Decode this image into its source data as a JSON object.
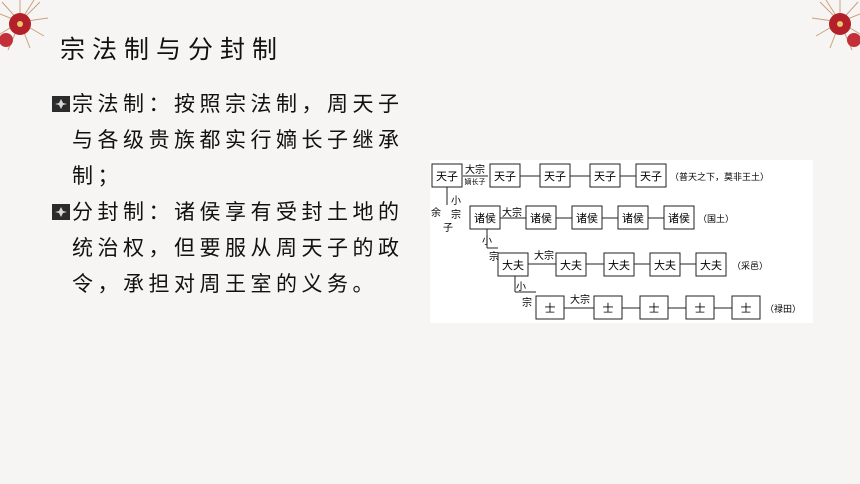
{
  "slide": {
    "title": "宗法制与分封制",
    "bullets": [
      {
        "text": "宗法制：按照宗法制，周天子与各级贵族都实行嫡长子继承制；"
      },
      {
        "text": "分封制：诸侯享有受封土地的统治权，但要服从周天子的政令，承担对周王室的义务。"
      }
    ]
  },
  "diagram": {
    "rows": [
      {
        "first": "天子",
        "tag": "大宗",
        "tag2": "嫡长子",
        "nodes": [
          "天子",
          "天子",
          "天子",
          "天子"
        ],
        "note": "（普天之下，莫非王土）"
      },
      {
        "first": "诸侯",
        "tag": "大宗",
        "tag2": "",
        "nodes": [
          "诸侯",
          "诸侯",
          "诸侯",
          "诸侯"
        ],
        "note": "（国土）"
      },
      {
        "first": "大夫",
        "tag": "大宗",
        "tag2": "",
        "nodes": [
          "大夫",
          "大夫",
          "大夫",
          "大夫"
        ],
        "note": "（采邑）"
      },
      {
        "first": "士",
        "tag": "大宗",
        "tag2": "",
        "nodes": [
          "士",
          "士",
          "士",
          "士"
        ],
        "note": "（禄田）"
      }
    ],
    "side": {
      "yuzi": [
        "余",
        "子"
      ],
      "xiaozong": [
        "小",
        "宗"
      ]
    }
  }
}
